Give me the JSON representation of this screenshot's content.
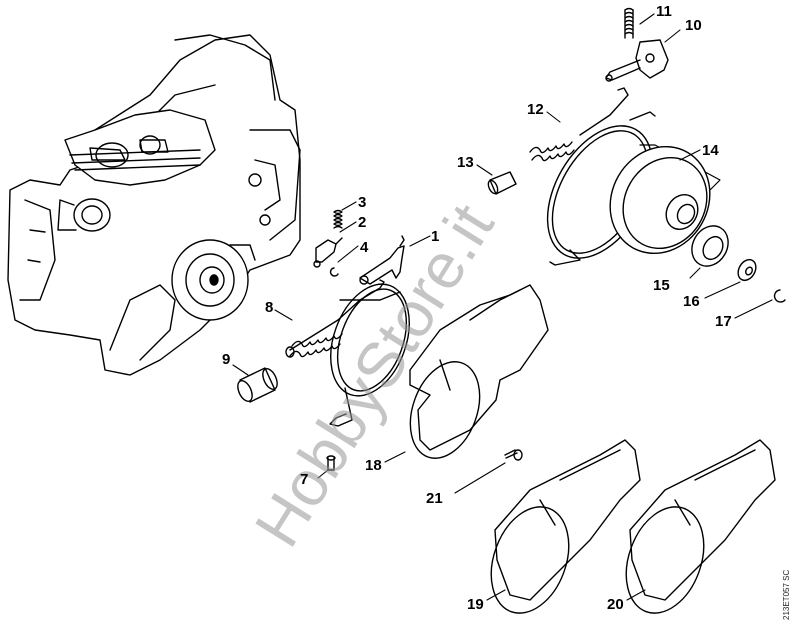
{
  "diagram": {
    "type": "exploded-parts-diagram",
    "subject": "Chainsaw chain brake and clutch drum assembly",
    "reference_code": "213ET057 SC",
    "watermark": "HobbyStore.it",
    "colors": {
      "line": "#000000",
      "background": "#ffffff",
      "watermark": "#969696"
    }
  },
  "parts": [
    {
      "id": "1",
      "label": "1",
      "depicts": "brake lever"
    },
    {
      "id": "2",
      "label": "2",
      "depicts": "bell crank"
    },
    {
      "id": "3",
      "label": "3",
      "depicts": "small spring"
    },
    {
      "id": "4",
      "label": "4",
      "depicts": "e-clip"
    },
    {
      "id": "7",
      "label": "7",
      "depicts": "screw"
    },
    {
      "id": "8",
      "label": "8",
      "depicts": "tension spring"
    },
    {
      "id": "9",
      "label": "9",
      "depicts": "sleeve"
    },
    {
      "id": "10",
      "label": "10",
      "depicts": "lever assembly"
    },
    {
      "id": "11",
      "label": "11",
      "depicts": "spring"
    },
    {
      "id": "12",
      "label": "12",
      "depicts": "tension spring with hook"
    },
    {
      "id": "13",
      "label": "13",
      "depicts": "sleeve"
    },
    {
      "id": "14",
      "label": "14",
      "depicts": "brake band and clutch drum group"
    },
    {
      "id": "15",
      "label": "15",
      "depicts": "rim sprocket"
    },
    {
      "id": "16",
      "label": "16",
      "depicts": "washer"
    },
    {
      "id": "17",
      "label": "17",
      "depicts": "e-clip"
    },
    {
      "id": "18",
      "label": "18",
      "depicts": "chain sprocket cover"
    },
    {
      "id": "19",
      "label": "19",
      "depicts": "chain sprocket cover"
    },
    {
      "id": "20",
      "label": "20",
      "depicts": "chain sprocket cover"
    },
    {
      "id": "21",
      "label": "21",
      "depicts": "screw"
    }
  ]
}
